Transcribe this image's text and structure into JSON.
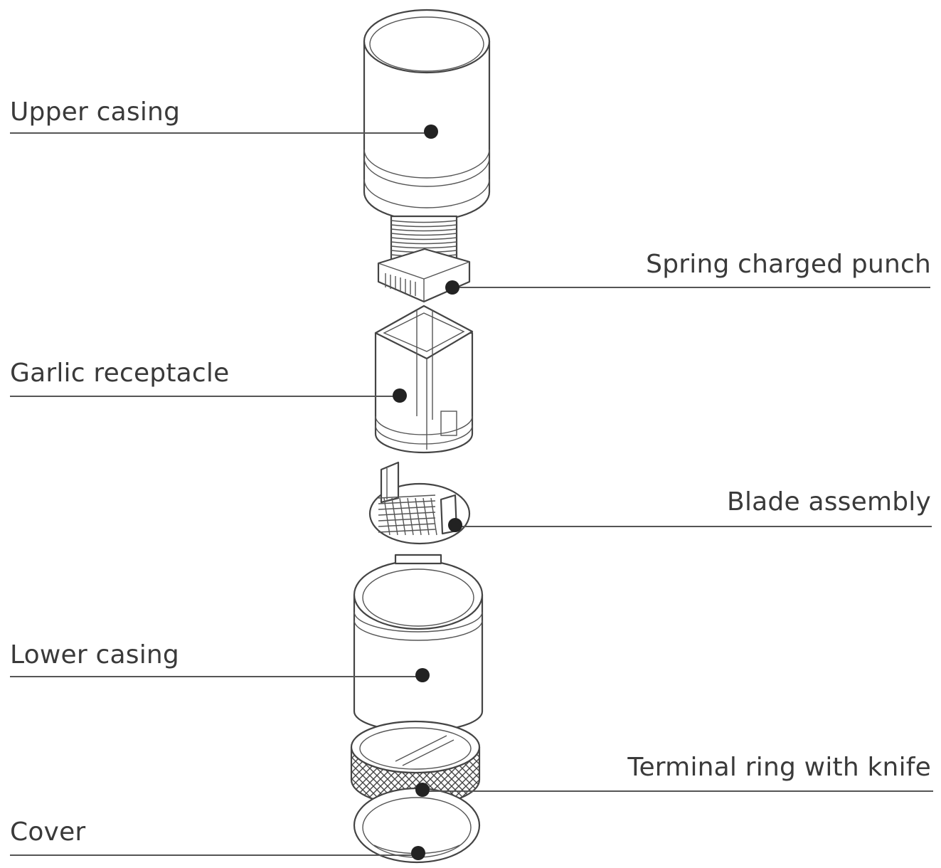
{
  "labels": {
    "upper_casing": "Upper casing",
    "spring_charged_punch": "Spring charged punch",
    "garlic_receptacle": "Garlic receptacle",
    "blade_assembly": "Blade assembly",
    "lower_casing": "Lower casing",
    "terminal_ring": "Terminal ring with knife",
    "cover": "Cover"
  }
}
